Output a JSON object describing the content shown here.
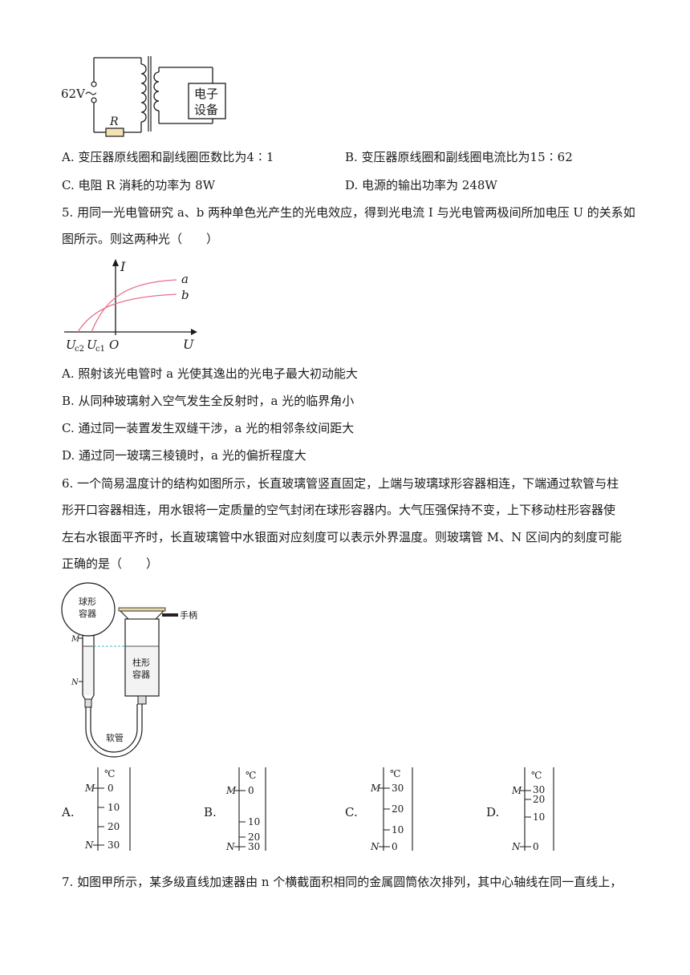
{
  "q4": {
    "figure": {
      "voltage_label": "62V～",
      "resistor_label": "R",
      "device_line1": "电子",
      "device_line2": "设备"
    },
    "options": {
      "A": "A. 变压器原线圈和副线圈匝数比为4∶1",
      "B": "B. 变压器原线圈和副线圈电流比为15∶62",
      "C": "C. 电阻 R 消耗的功率为 8W",
      "D": "D. 电源的输出功率为 248W"
    }
  },
  "q5": {
    "stem_line1": "5. 用同一光电管研究 a、b 两种单色光产生的光电效应，得到光电流 I 与光电管两极间所加电压 U 的关系如",
    "stem_line2": "图所示。则这两种光（　　）",
    "graph": {
      "y_axis_label": "I",
      "x_axis_label": "U",
      "curve_a_label": "a",
      "curve_b_label": "b",
      "uc2_label": "U",
      "uc2_sub": "c2",
      "uc1_label": "U",
      "uc1_sub": "c1",
      "origin_label": "O"
    },
    "options": {
      "A": "A. 照射该光电管时 a 光使其逸出的光电子最大初动能大",
      "B": "B. 从同种玻璃射入空气发生全反射时，a 光的临界角小",
      "C": "C. 通过同一装置发生双缝干涉，a 光的相邻条纹间距大",
      "D": "D. 通过同一玻璃三棱镜时，a 光的偏折程度大"
    }
  },
  "q6": {
    "stem_line1": "6. 一个简易温度计的结构如图所示，长直玻璃管竖直固定，上端与玻璃球形容器相连，下端通过软管与柱",
    "stem_line2": "形开口容器相连，用水银将一定质量的空气封闭在球形容器内。大气压强保持不变，上下移动柱形容器使",
    "stem_line3": "左右水银面平齐时，长直玻璃管中水银面对应刻度可以表示外界温度。则玻璃管 M、N 区间内的刻度可能",
    "stem_line4": "正确的是（　　）",
    "figure": {
      "sphere_line1": "球形",
      "sphere_line2": "容器",
      "handle": "手柄",
      "cylinder_line1": "柱形",
      "cylinder_line2": "容器",
      "hose": "软管",
      "m_label": "M",
      "n_label": "N"
    },
    "scales": [
      {
        "option": "A.",
        "unit": "℃",
        "m": "M",
        "n": "N",
        "ticks": [
          "0",
          "10",
          "20",
          "30"
        ]
      },
      {
        "option": "B.",
        "unit": "℃",
        "m": "M",
        "n": "N",
        "ticks": [
          "0",
          "10",
          "20",
          "30"
        ]
      },
      {
        "option": "C.",
        "unit": "℃",
        "m": "M",
        "n": "N",
        "ticks": [
          "30",
          "20",
          "10",
          "0"
        ]
      },
      {
        "option": "D.",
        "unit": "℃",
        "m": "M",
        "n": "N",
        "ticks": [
          "30",
          "20",
          "10",
          "0"
        ]
      }
    ]
  },
  "q7": {
    "stem_line1": "7. 如图甲所示，某多级直线加速器由 n 个横截面积相同的金属圆筒依次排列，其中心轴线在同一直线上，"
  }
}
